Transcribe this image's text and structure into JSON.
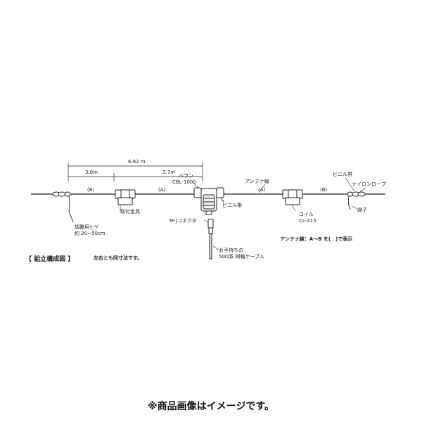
{
  "dimensions": {
    "total": "6.82 m",
    "seg_outer": "3.0m",
    "seg_inner": "3.7m"
  },
  "segments": {
    "b_left": "(B)",
    "a_left": "(A)",
    "a_right": "(A)",
    "b_right": "(B)"
  },
  "labels": {
    "balun_name": "バラン",
    "balun_model": "CBL-1000",
    "antenna_wire": "アンテナ線",
    "vinyl_band_right": "ビニル帯",
    "nylon_rope": "ナイロンロープ",
    "vinyl_band_center": "ビニル帯",
    "mounting_bracket": "取付金具",
    "mj_connector": "M-Jコネクタ",
    "coil_name": "コイル",
    "coil_model": "CL-415",
    "insulator": "碍子",
    "adjust_whisker_1": "調整用ヒゲ",
    "adjust_whisker_2": "約 20~50cm",
    "antenna_note": "アンテナ線：A～B を(　)で表示",
    "coax_1": "お手持ちの",
    "coax_2": "50Ω系 同軸ケーブル"
  },
  "legend": {
    "title": "【 組立構成図 】",
    "note": "左右とも同寸法です。"
  },
  "notice": "※商品画像はイメージです。",
  "colors": {
    "line": "#222222",
    "fill": "#ffffff"
  }
}
